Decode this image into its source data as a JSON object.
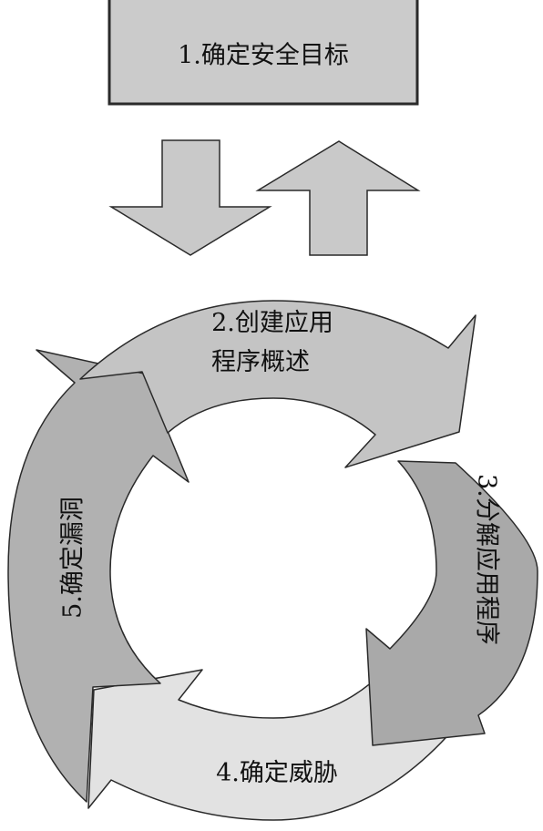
{
  "colors": {
    "box_fill": "#cbcbcb",
    "arrow_fill": "#c9c9c9",
    "segment_top": "#c4c4c4",
    "segment_right": "#a9a9a9",
    "segment_bottom": "#e2e2e2",
    "segment_left": "#b1b1b1",
    "stroke": "#2a2a2a"
  },
  "goal_box": {
    "label": "1.确定安全目标"
  },
  "connectors": {
    "down": {
      "icon": "down-arrow-icon"
    },
    "up": {
      "icon": "up-arrow-icon"
    }
  },
  "cycle": {
    "step2": {
      "line1": "2.创建应用",
      "line2": "程序概述"
    },
    "step3": {
      "label": "3.分解应用程序"
    },
    "step4": {
      "label": "4.确定威胁"
    },
    "step5": {
      "label": "5.确定漏洞"
    }
  }
}
